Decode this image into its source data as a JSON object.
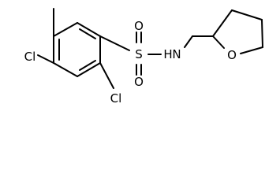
{
  "molecule": {
    "atoms": {
      "cl_top": "Cl",
      "cl_bottom": "Cl",
      "sulfur": "S",
      "oxygen_top": "O",
      "oxygen_bottom": "O",
      "nitrogen": "N",
      "hydrogen": "H",
      "ring_oxygen": "O"
    },
    "colors": {
      "bond": "#000000",
      "label": "#000000",
      "background": "#ffffff"
    }
  }
}
